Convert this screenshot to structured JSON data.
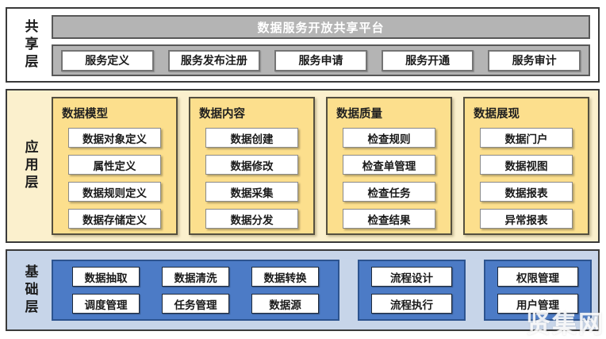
{
  "watermark": "贤集网",
  "colors": {
    "section_border": "#3a3a3a",
    "shared_bar_bg": "#b4b4b4",
    "app_layer_bg": "#fbf0cd",
    "app_column_bg": "#fcdf8d",
    "base_layer_bg": "#c7d5e9",
    "base_group_bg": "#4c7bc6"
  },
  "layers": {
    "shared": {
      "label": "共享层",
      "platform_title": "数据服务开放共享平台",
      "services": [
        "服务定义",
        "服务发布注册",
        "服务申请",
        "服务开通",
        "服务审计"
      ]
    },
    "application": {
      "label": "应用层",
      "columns": [
        {
          "title": "数据模型",
          "items": [
            "数据对象定义",
            "属性定义",
            "数据规则定义",
            "数据存储定义"
          ]
        },
        {
          "title": "数据内容",
          "items": [
            "数据创建",
            "数据修改",
            "数据采集",
            "数据分发"
          ]
        },
        {
          "title": "数据质量",
          "items": [
            "检查规则",
            "检查单管理",
            "检查任务",
            "检查结果"
          ]
        },
        {
          "title": "数据展现",
          "items": [
            "数据门户",
            "数据视图",
            "数据报表",
            "异常报表"
          ]
        }
      ]
    },
    "foundation": {
      "label": "基础层",
      "groups": [
        {
          "items": [
            "数据抽取",
            "数据清洗",
            "数据转换",
            "调度管理",
            "任务管理",
            "数据源"
          ]
        },
        {
          "items": [
            "流程设计",
            "流程执行"
          ]
        },
        {
          "items": [
            "权限管理",
            "用户管理"
          ]
        }
      ]
    }
  }
}
